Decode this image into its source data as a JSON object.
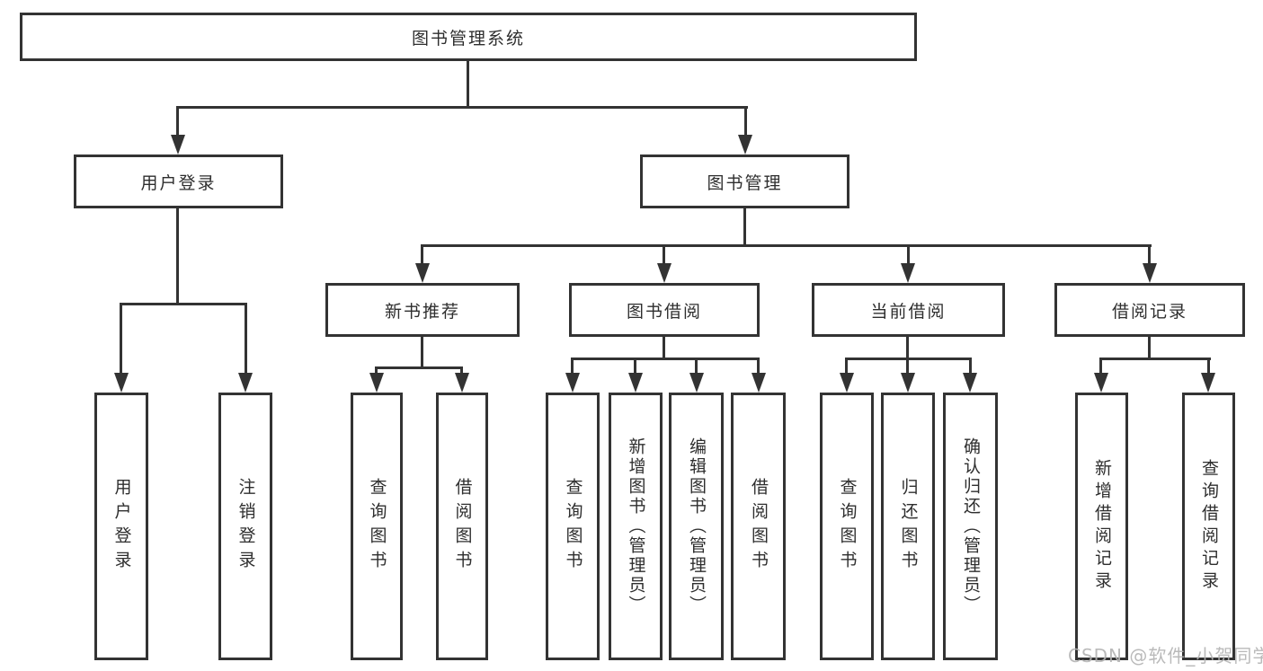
{
  "diagram": {
    "type": "org-hierarchy",
    "watermark": "CSDN @软件_小贺同学",
    "colors": {
      "line": "#333333",
      "box_border": "#333333",
      "box_bg": "#ffffff",
      "text": "#2e2e2e",
      "watermark": "#b3b3b3"
    },
    "root": {
      "label": "图书管理系统",
      "children": [
        {
          "label": "用户登录",
          "children": [
            {
              "label": "用户登录"
            },
            {
              "label": "注销登录"
            }
          ]
        },
        {
          "label": "图书管理",
          "children": [
            {
              "label": "新书推荐",
              "children": [
                {
                  "label": "查询图书"
                },
                {
                  "label": "借阅图书"
                }
              ]
            },
            {
              "label": "图书借阅",
              "children": [
                {
                  "label": "查询图书"
                },
                {
                  "label": "新增图书（管理员）"
                },
                {
                  "label": "编辑图书（管理员）"
                },
                {
                  "label": "借阅图书"
                }
              ]
            },
            {
              "label": "当前借阅",
              "children": [
                {
                  "label": "查询图书"
                },
                {
                  "label": "归还图书"
                },
                {
                  "label": "确认归还（管理员）"
                }
              ]
            },
            {
              "label": "借阅记录",
              "children": [
                {
                  "label": "新增借阅记录"
                },
                {
                  "label": "查询借阅记录"
                }
              ]
            }
          ]
        }
      ]
    }
  }
}
